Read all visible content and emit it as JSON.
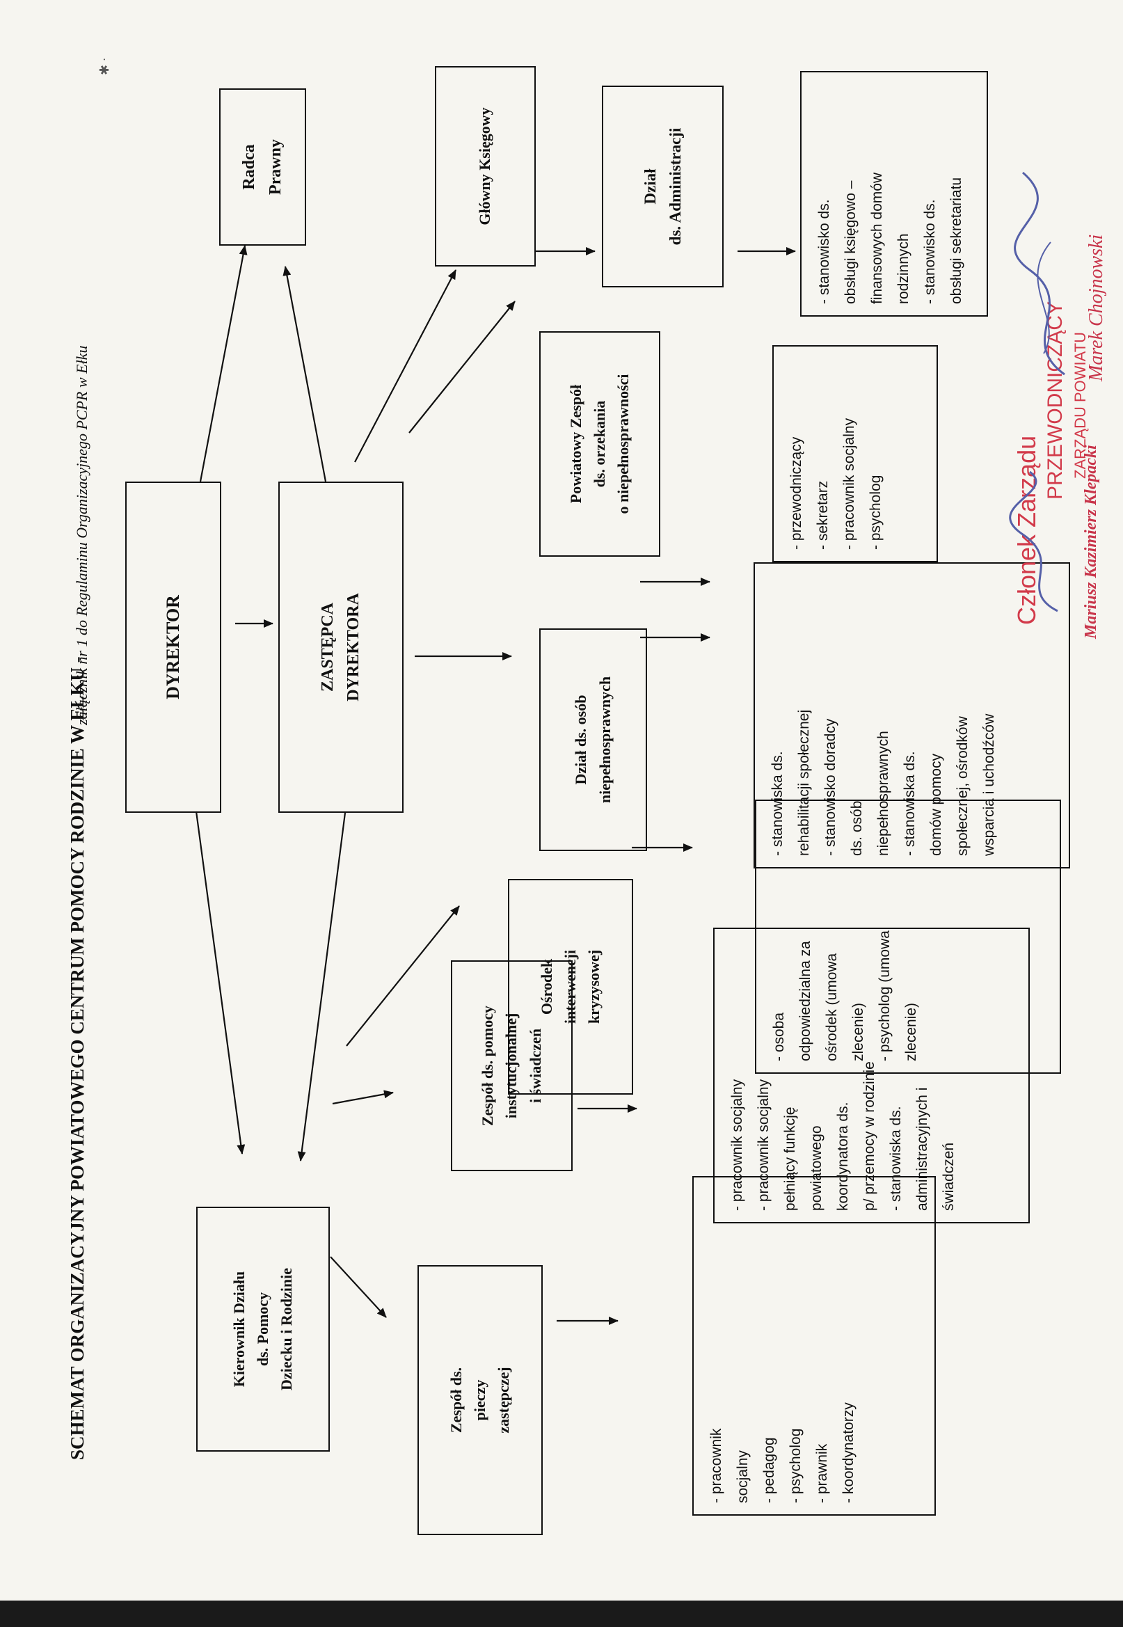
{
  "header": {
    "title": "SCHEMAT ORGANIZACYJNY POWIATOWEGO CENTRUM POMOCY RODZINIE W EŁKU  -",
    "subtitle": "załącznik nr 1 do   Regulaminu Organizacyjnego PCPR w Ełku"
  },
  "boxes": {
    "dyrektor": [
      "DYREKTOR"
    ],
    "zastepca": [
      "ZASTĘPCA",
      "DYREKTORA"
    ],
    "radca": [
      "Radca",
      "Prawny"
    ],
    "ksiegowy": [
      "Główny Księgowy"
    ],
    "administracja": [
      "Dział",
      "ds. Administracji"
    ],
    "orzekanie": [
      "Powiatowy Zespół",
      "ds. orzekania",
      "o niepełnosprawności"
    ],
    "niepelnosprawni": [
      "Dział ds. osób",
      "niepełnosprawnych"
    ],
    "osrodek": [
      "Ośrodek",
      "interwencji",
      "kryzysowej"
    ],
    "kierownik": [
      "Kierownik Działu",
      "ds. Pomocy",
      "Dziecku i Rodzinie"
    ],
    "instytucjonalna": [
      "Zespół ds. pomocy",
      "instytucjonalnej",
      "i świadczeń"
    ],
    "piecza": [
      "Zespół ds.",
      "pieczy",
      "zastępczej"
    ]
  },
  "lists": {
    "administracja": [
      "- stanowisko ds.",
      "obsługi księgowo –",
      "finansowych domów",
      "rodzinnych",
      "- stanowisko ds.",
      "obsługi  sekretariatu"
    ],
    "orzekanie": [
      "- przewodniczący",
      "- sekretarz",
      "- pracownik socjalny",
      "- psycholog"
    ],
    "niepelnosprawni": [
      "- stanowiska ds.",
      "rehabilitacji społecznej",
      "- stanowisko doradcy",
      "ds. osób",
      "niepełnosprawnych",
      "- stanowiska ds.",
      "domów pomocy",
      "społecznej, ośrodków",
      "wsparcia i uchodźców"
    ],
    "osrodek": [
      "- osoba",
      "odpowiedzialna za",
      "ośrodek (umowa",
      "zlecenie)",
      "- psycholog (umowa",
      "zlecenie)"
    ],
    "instytucjonalna": [
      "- pracownik socjalny",
      "- pracownik socjalny",
      "pełniący funkcję",
      "powiatowego",
      "koordynatora ds.",
      "p/ przemocy w rodzinie",
      "- stanowiska ds.",
      "administracyjnych i",
      "świadczeń"
    ],
    "piecza": [
      "- pracownik",
      "socjalny",
      "- pedagog",
      "- psycholog",
      "- prawnik",
      "- koordynatorzy"
    ]
  },
  "stamps": {
    "line1": "PRZEWODNICZĄCY",
    "line2": "ZARZĄDU POWIATU",
    "member": "Członek Zarządu",
    "sig1": "Mariusz Kazimierz Klepacki",
    "sig2": "Marek Chojnowski"
  },
  "colors": {
    "ink": "#111111",
    "stamp": "#d23a4a",
    "paper": "#f6f5f0"
  }
}
